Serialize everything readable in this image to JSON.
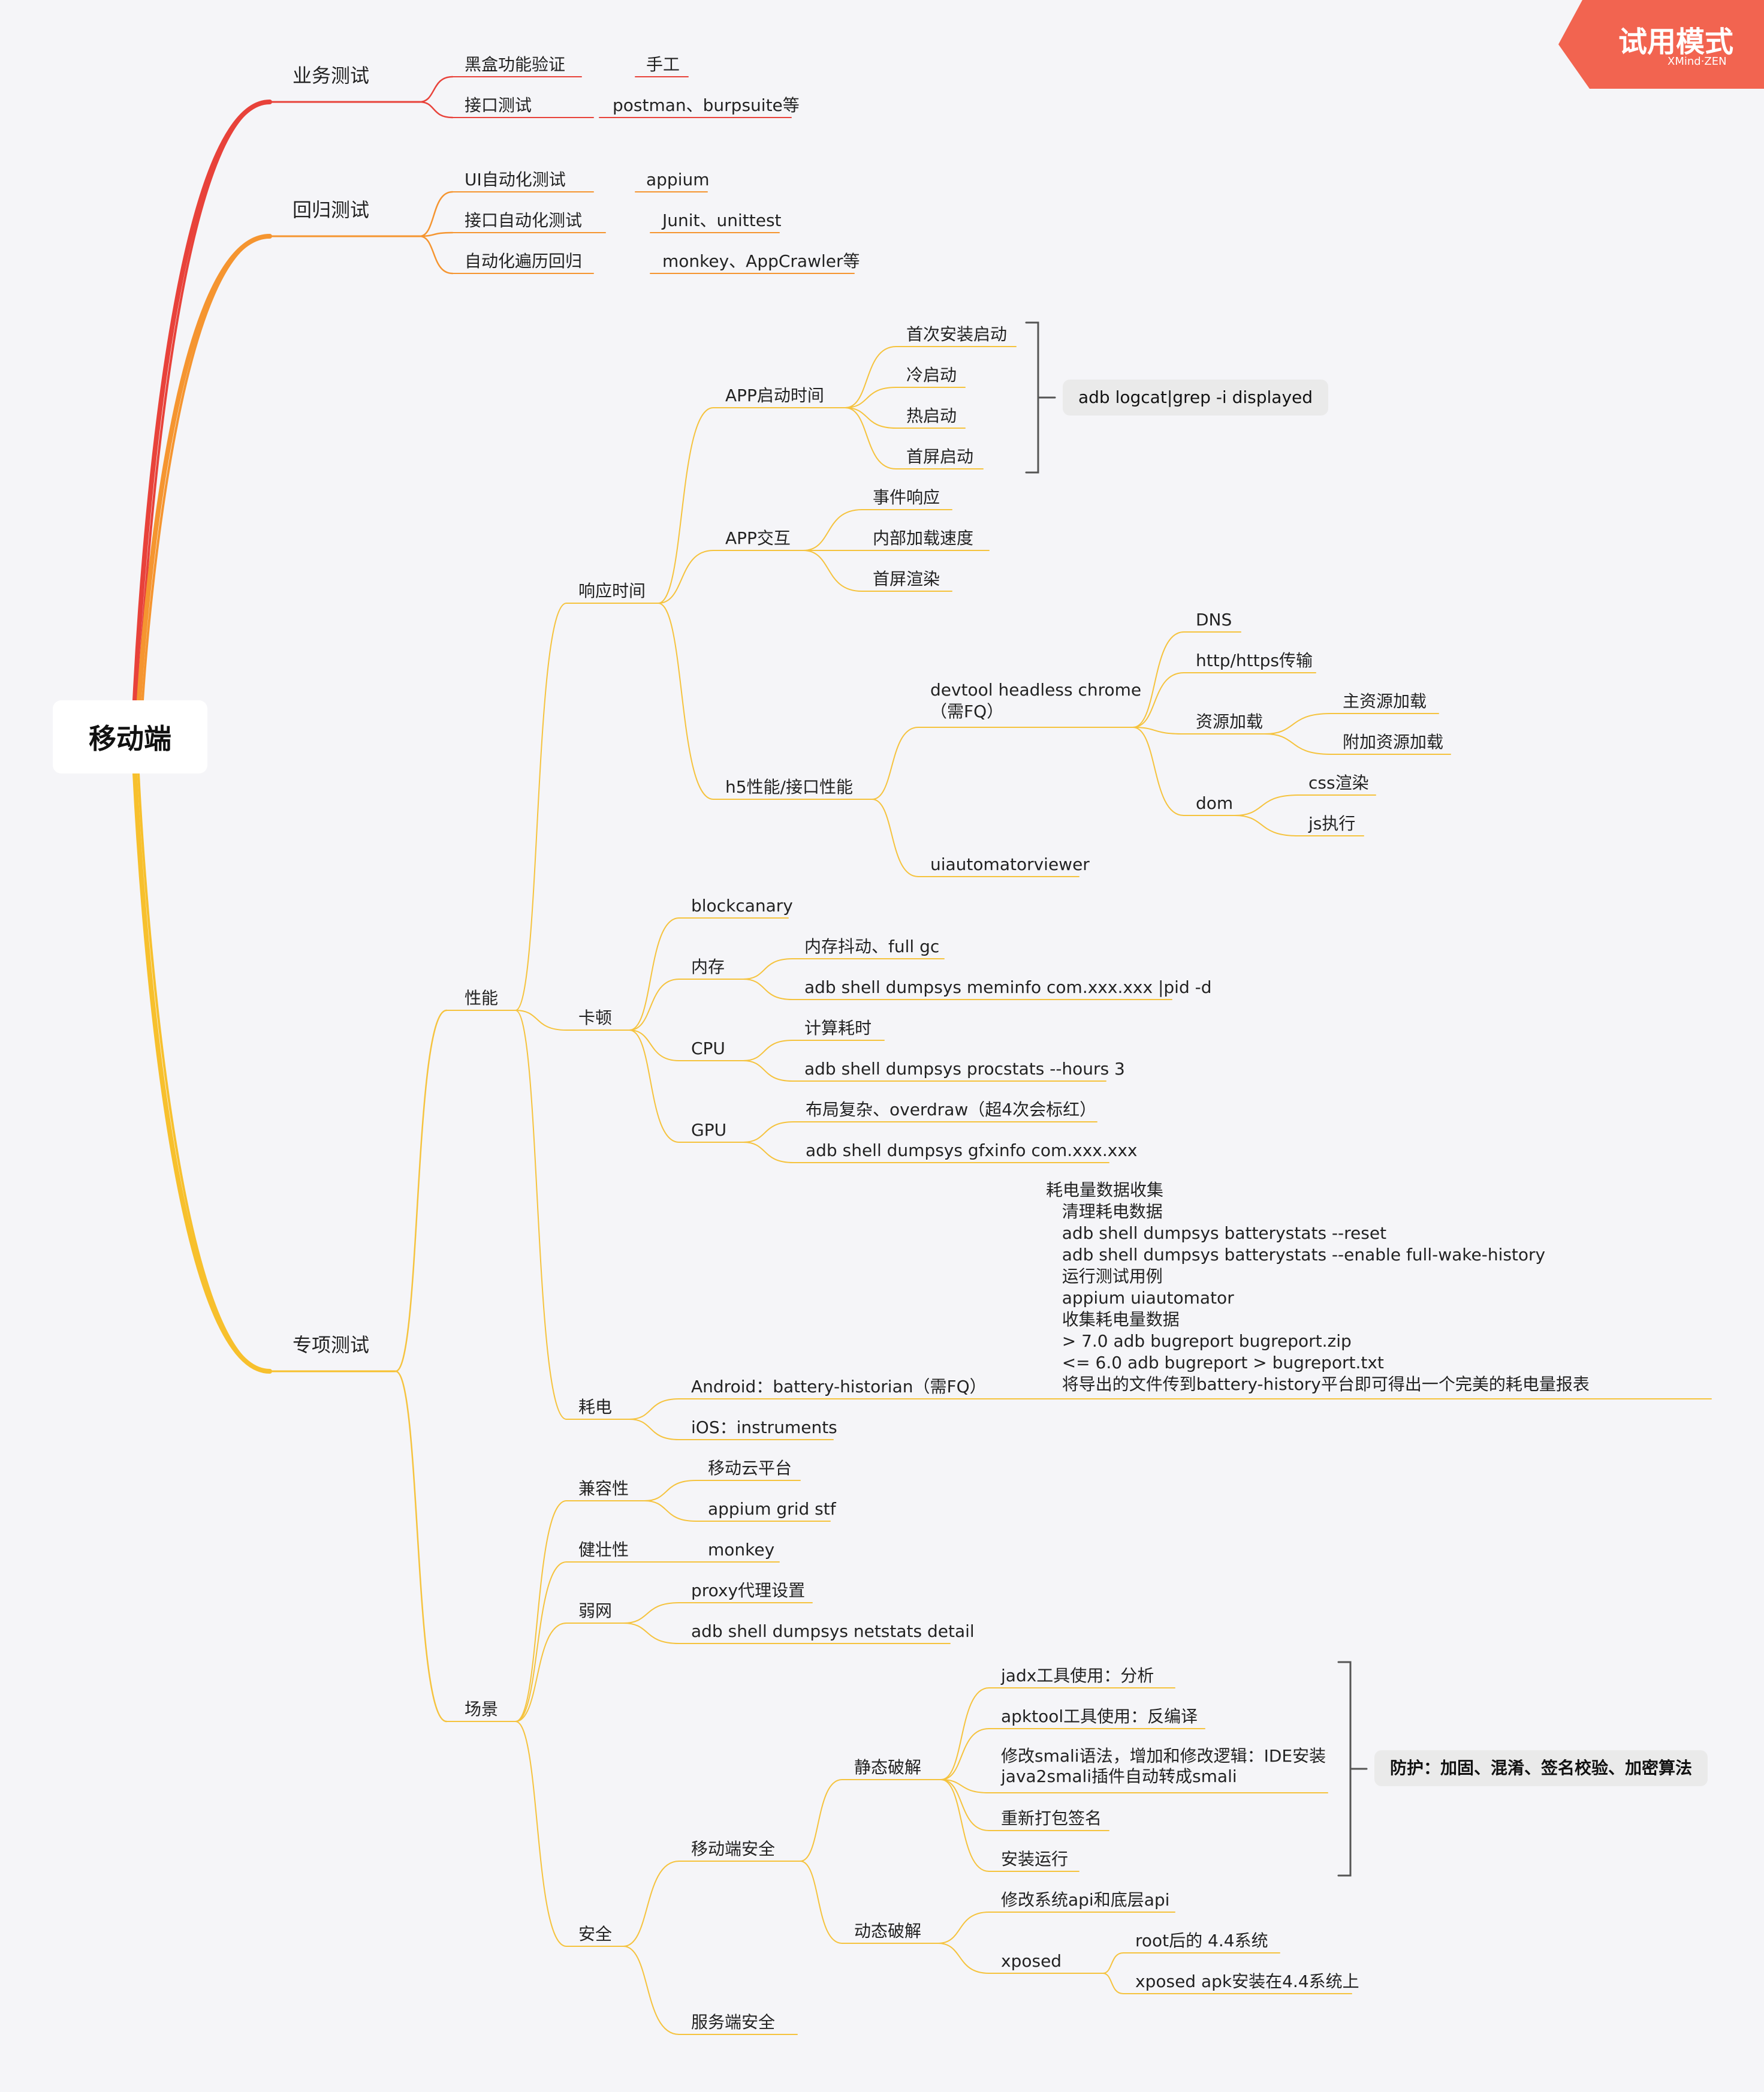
{
  "root": {
    "label": "移动端"
  },
  "badge": {
    "title": "试用模式",
    "subtitle": "XMind·ZEN"
  },
  "colors": {
    "red": "#e8423a",
    "orange": "#f59530",
    "yellow": "#f7c02d",
    "branch_line": "#f5c33e",
    "badge": "#f26450",
    "bracket": "#555555"
  },
  "nodes": {
    "b1": "业务测试",
    "b1a": "黑盒功能验证",
    "b1a1": "手工",
    "b1b": "接口测试",
    "b1b1": "postman、burpsuite等",
    "b2": "回归测试",
    "b2a": "UI自动化测试",
    "b2a1": "appium",
    "b2b": "接口自动化测试",
    "b2b1": "Junit、unittest",
    "b2c": "自动化遍历回归",
    "b2c1": "monkey、AppCrawler等",
    "b3": "专项测试",
    "perf": "性能",
    "resp": "响应时间",
    "appstart": "APP启动时间",
    "s1": "首次安装启动",
    "s2": "冷启动",
    "s3": "热启动",
    "s4": "首屏启动",
    "startsum": "adb logcat|grep -i displayed",
    "appint": "APP交互",
    "i1": "事件响应",
    "i2": "内部加载速度",
    "i3": "首屏渲染",
    "h5": "h5性能/接口性能",
    "devtool1": "devtool headless chrome",
    "devtool2": "（需FQ）",
    "dns": "DNS",
    "http": "http/https传输",
    "res": "资源加载",
    "res1": "主资源加载",
    "res2": "附加资源加载",
    "dom": "dom",
    "css": "css渲染",
    "js": "js执行",
    "uiauto": "uiautomatorviewer",
    "lag": "卡顿",
    "blockcanary": "blockcanary",
    "mem": "内存",
    "mem1": "内存抖动、full gc",
    "mem2": "adb shell dumpsys meminfo com.xxx.xxx |pid -d",
    "cpu": "CPU",
    "cpu1": "计算耗时",
    "cpu2": "adb shell dumpsys procstats --hours 3",
    "gpu": "GPU",
    "gpu1": "布局复杂、overdraw（超4次会标红）",
    "gpu2": "adb shell dumpsys gfxinfo com.xxx.xxx",
    "power": "耗电",
    "android": "Android：battery-historian（需FQ）",
    "ios": "iOS：instruments",
    "scene": "场景",
    "compat": "兼容性",
    "compat1": "移动云平台",
    "compat2": "appium grid stf",
    "robust": "健壮性",
    "robust1": "monkey",
    "weak": "弱网",
    "weak1": "proxy代理设置",
    "weak2": "adb shell dumpsys netstats detail",
    "sec": "安全",
    "msec": "移动端安全",
    "static": "静态破解",
    "st1": "jadx工具使用：分析",
    "st2": "apktool工具使用：反编译",
    "st3a": "修改smali语法，增加和修改逻辑：IDE安装",
    "st3b": "java2smali插件自动转成smali",
    "st4": "重新打包签名",
    "st5": "安装运行",
    "protect": "防护：加固、混淆、签名校验、加密算法",
    "dynamic": "动态破解",
    "dy1": "修改系统api和底层api",
    "xposed": "xposed",
    "xp1": "root后的 4.4系统",
    "xp2": "xposed apk安装在4.4系统上",
    "ssec": "服务端安全"
  },
  "battery_lines": [
    "耗电量数据收集",
    "   清理耗电数据",
    "   adb shell dumpsys batterystats --reset",
    "   adb shell dumpsys batterystats --enable full-wake-history",
    "   运行测试用例",
    "   appium uiautomator",
    "   收集耗电量数据",
    "   > 7.0 adb bugreport bugreport.zip",
    "   <= 6.0 adb bugreport > bugreport.txt",
    "   将导出的文件传到battery-history平台即可得出一个完美的耗电量报表"
  ]
}
